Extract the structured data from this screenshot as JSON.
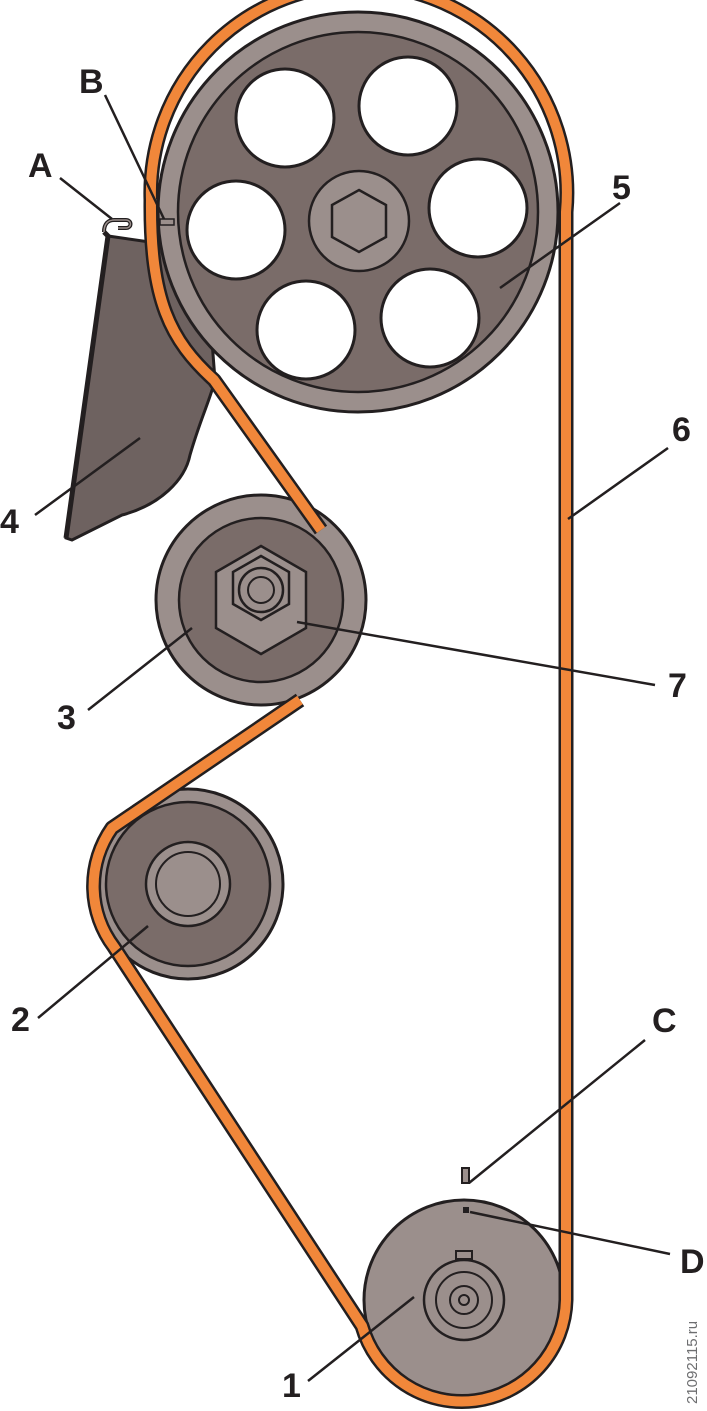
{
  "labels": {
    "A": "A",
    "B": "B",
    "C": "C",
    "D": "D",
    "n1": "1",
    "n2": "2",
    "n3": "3",
    "n4": "4",
    "n5": "5",
    "n6": "6",
    "n7": "7"
  },
  "watermark": "21092115.ru",
  "colors": {
    "belt": "#f1873a",
    "pulley": "#9b8f8c",
    "pulley_face": "#7a6c69",
    "outline": "#231f20"
  }
}
